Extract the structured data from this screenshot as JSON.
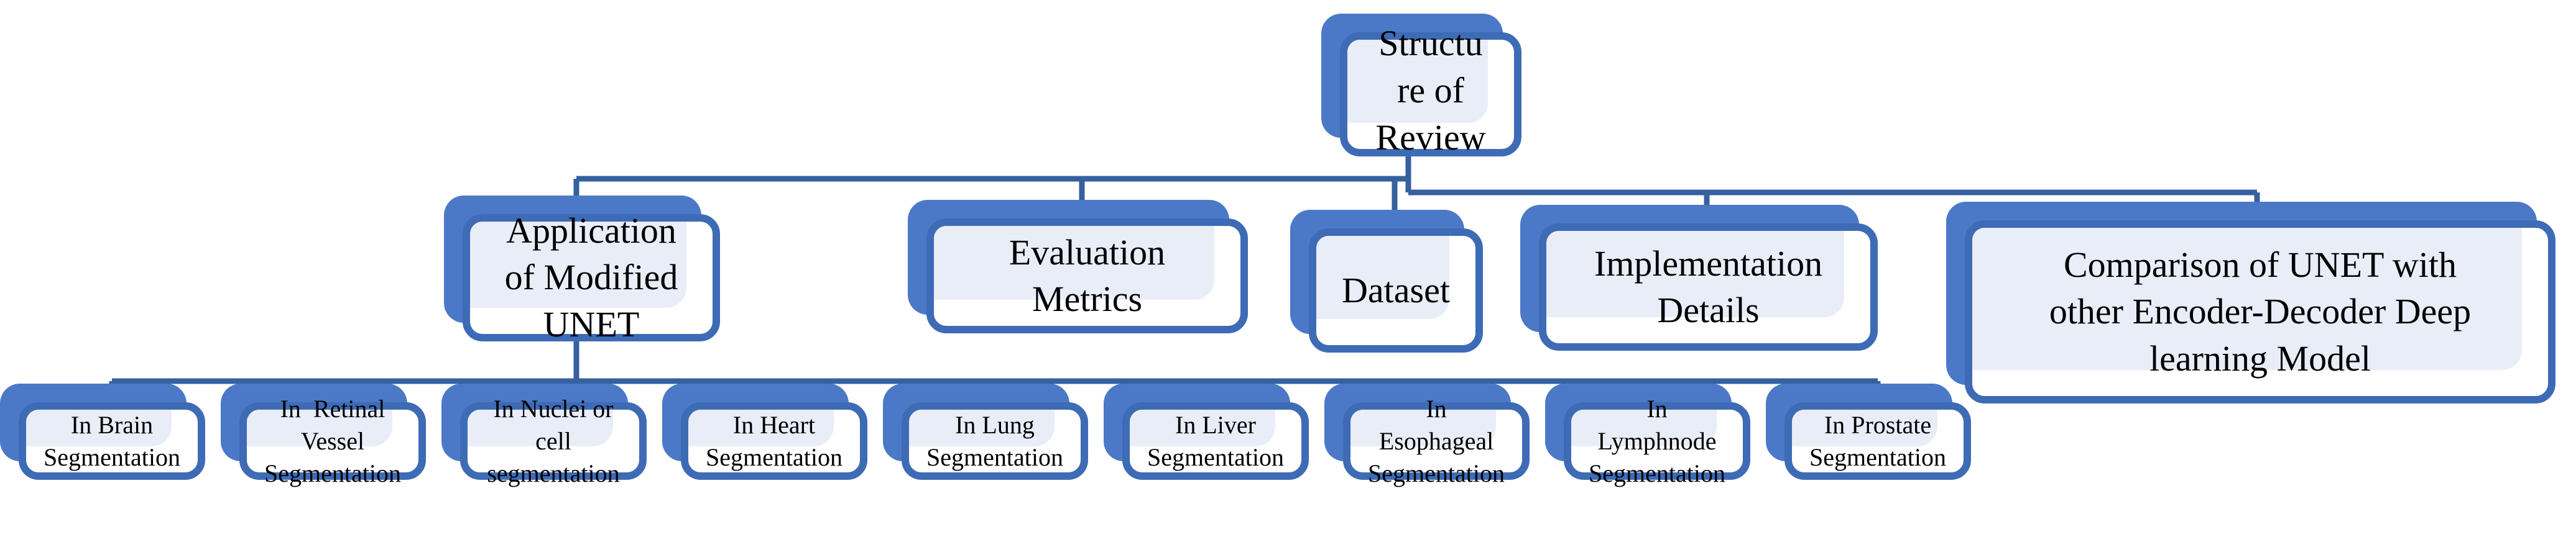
{
  "diagram": {
    "root": {
      "label": "Structu\nre of\nReview"
    },
    "level2": [
      {
        "label": "Application\nof Modified\nUNET"
      },
      {
        "label": "Evaluation\nMetrics"
      },
      {
        "label": "Dataset"
      },
      {
        "label": "Implementation\nDetails"
      },
      {
        "label": "Comparison of UNET with\nother Encoder-Decoder Deep\nlearning Model"
      }
    ],
    "level3": [
      {
        "label": "In Brain\nSegmentation"
      },
      {
        "label": "In  Retinal\nVessel\nSegmentation"
      },
      {
        "label": "In Nuclei or\ncell\nsegmentation"
      },
      {
        "label": "In Heart\nSegmentation"
      },
      {
        "label": "In Lung\nSegmentation"
      },
      {
        "label": "In Liver\nSegmentation"
      },
      {
        "label": "In\nEsophageal\nSegmentation"
      },
      {
        "label": "In\nLymphnode\nSegmentation"
      },
      {
        "label": "In Prostate\nSegmentation"
      }
    ],
    "colors": {
      "shadow": "#4C79C7",
      "border": "#3E6BB5",
      "tint": "#E9EDF8",
      "connector": "#36609F",
      "face": "#FFFFFF",
      "text": "#000000"
    }
  }
}
